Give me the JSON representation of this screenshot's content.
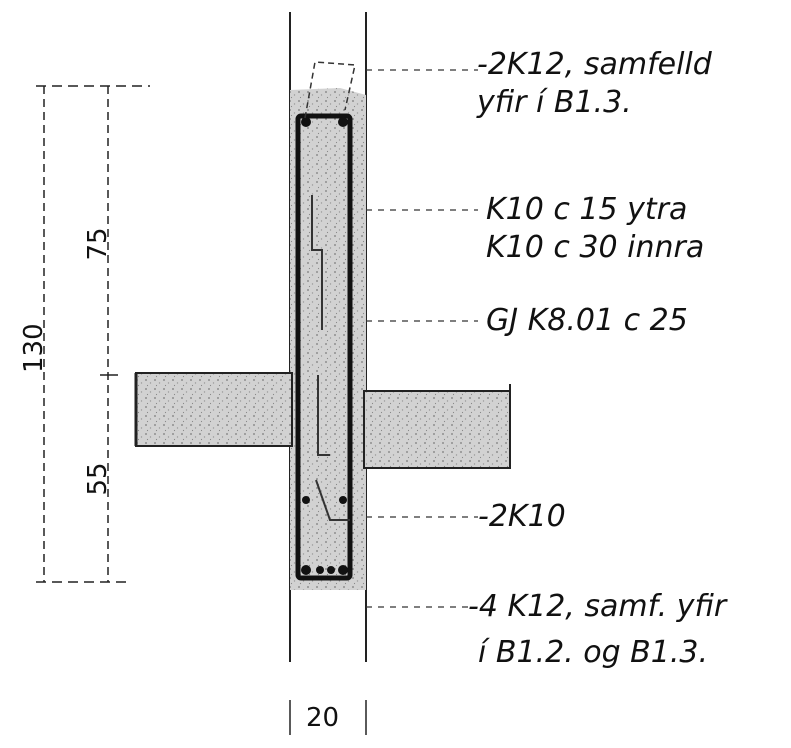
{
  "labels": {
    "top_bars_line1": "-2K12, samfelld",
    "top_bars_line2": "yfir í B1.3.",
    "stirrups_line1": "K10 c 15 ytra",
    "stirrups_line2": "K10 c 30 innra",
    "ties": "GJ K8.01 c 25",
    "mid_bars": "-2K10",
    "bottom_bars_line1": "-4 K12, samf. yfir",
    "bottom_bars_line2": "í B1.2. og B1.3."
  },
  "dimensions": {
    "total_height": "130",
    "upper_height": "75",
    "lower_height": "55",
    "width": "20"
  }
}
